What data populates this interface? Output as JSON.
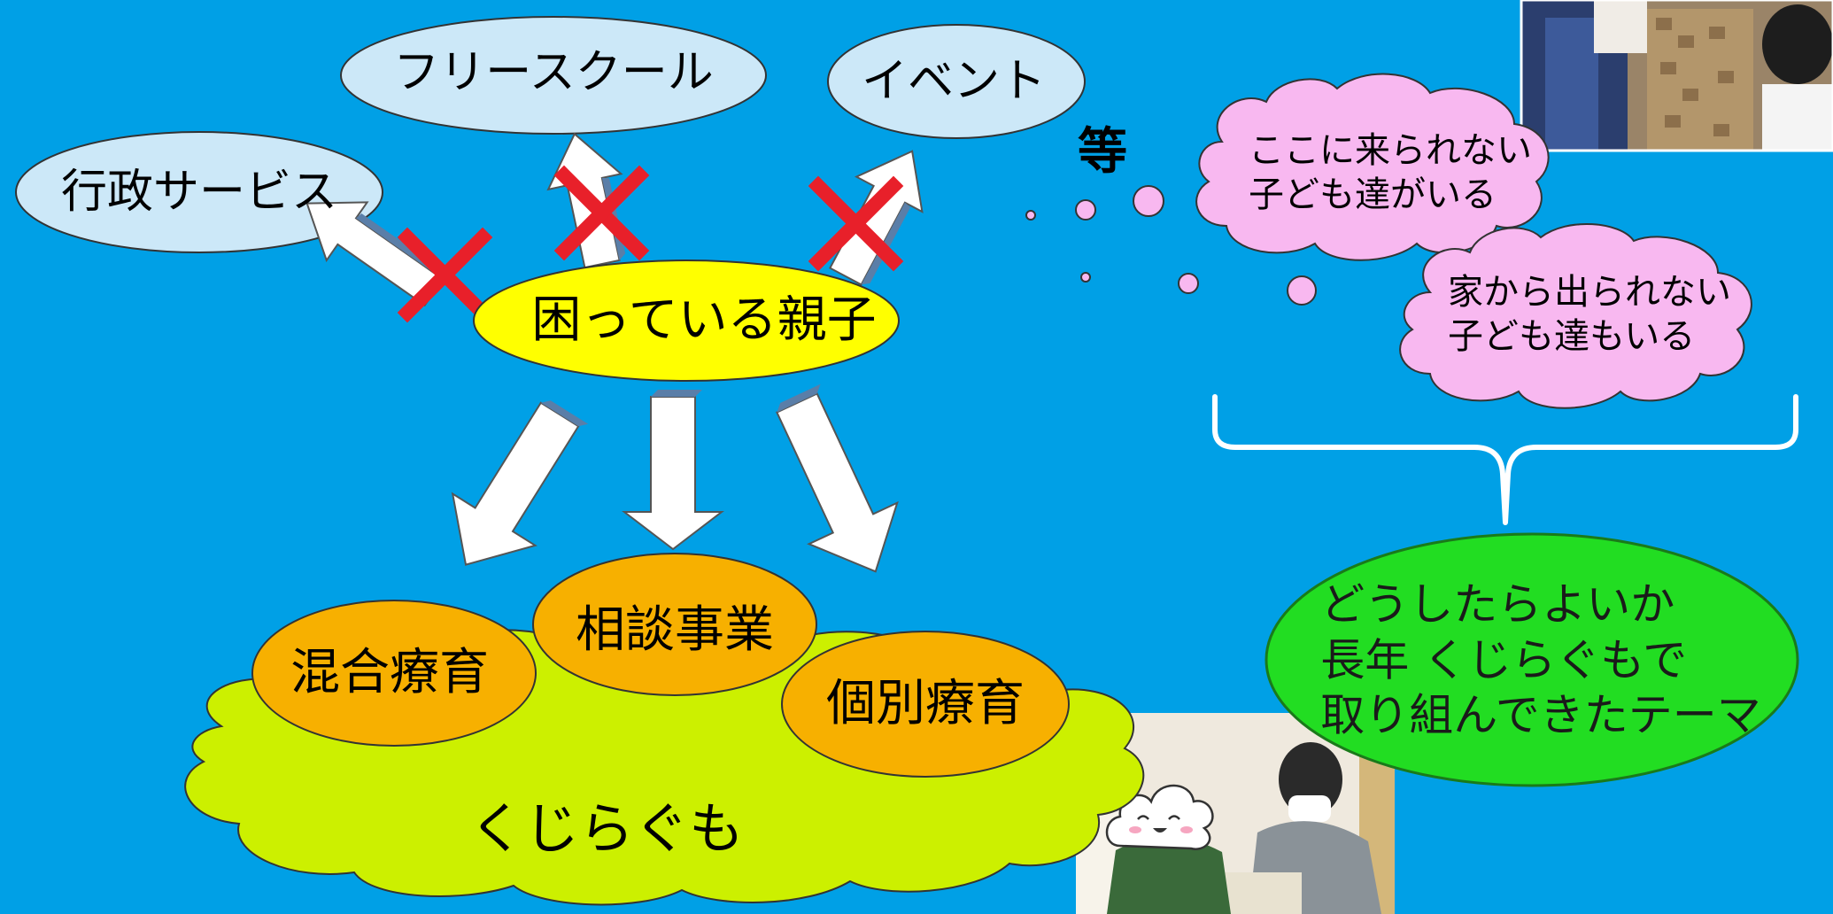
{
  "services": {
    "gyosei": "行政サービス",
    "free_school": "フリースクール",
    "event": "イベント",
    "etc": "等"
  },
  "center": {
    "label": "困っている親子"
  },
  "programs": {
    "mixed": "混合療育",
    "consult": "相談事業",
    "individual": "個別療育"
  },
  "org": {
    "label": "くじらぐも"
  },
  "thoughts": {
    "cannot_come": [
      "ここに来られない",
      "子ども達がいる"
    ],
    "cannot_leave": [
      "家から出られない",
      "子ども達もいる"
    ]
  },
  "theme": {
    "lines": [
      "どうしたらよいか",
      "長年 くじらぐもで",
      "取り組んできたテーマ"
    ]
  },
  "colors": {
    "background": "#00a0e6",
    "pill": "#cce8f8",
    "center": "#ffff00",
    "program": "#f7b000",
    "cloud": "#ccf000",
    "thought": "#f8b8f0",
    "theme": "#22dd22",
    "cross": "#e8202a"
  }
}
